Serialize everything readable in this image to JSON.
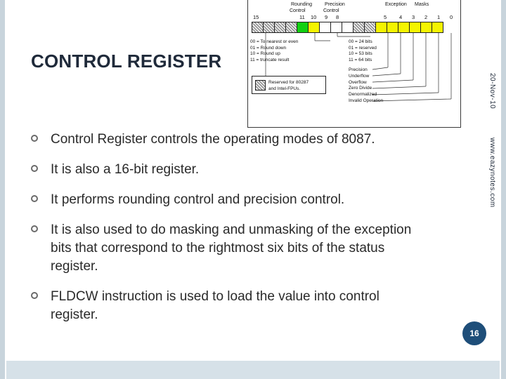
{
  "slide": {
    "title": "CONTROL REGISTER",
    "page_number": "16",
    "vertical_date": "20-Nov-10",
    "vertical_url": "www.eazynotes.com",
    "bullets": [
      "Control Register controls the operating modes of 8087.",
      "It is also a 16-bit register.",
      "It performs rounding control and precision control.",
      "It is also used to do masking and unmasking of the exception bits that correspond to the rightmost six bits of the status register.",
      "FLDCW instruction is used to load the value into control register."
    ]
  },
  "figure": {
    "headers": {
      "rounding": "Rounding",
      "precision": "Precision",
      "control_1": "Control",
      "control_2": "Control",
      "exception": "Exception",
      "masks": "Masks"
    },
    "bit_labels": [
      "15",
      "11",
      "10",
      "9",
      "8",
      "5",
      "4",
      "3",
      "2",
      "1",
      "0"
    ],
    "cells": [
      {
        "style": "hatch"
      },
      {
        "style": "hatch"
      },
      {
        "style": "hatch"
      },
      {
        "style": "hatch"
      },
      {
        "style": "green"
      },
      {
        "style": "yellow"
      },
      {
        "style": "plain"
      },
      {
        "style": "plain"
      },
      {
        "style": "plain"
      },
      {
        "style": "hatch"
      },
      {
        "style": "hatch"
      },
      {
        "style": "yellow"
      },
      {
        "style": "yellow"
      },
      {
        "style": "yellow"
      },
      {
        "style": "yellow"
      },
      {
        "style": "yellow"
      },
      {
        "style": "yellow"
      }
    ],
    "rounding_legend": "00 = To nearest or even\n01 = Round down\n10 = Round up\n11 = truncate result",
    "precision_legend": "00 = 24 bits\n01 = reserved\n10 = 53 bits\n11 = 64 bits",
    "reserved_legend": "Reserved for 80287\nand Intel-FPUs.",
    "exception_names": "Precision\nUnderflow\nOverflow\nZero Divide\nDenormalized\nInvalid Operation"
  }
}
